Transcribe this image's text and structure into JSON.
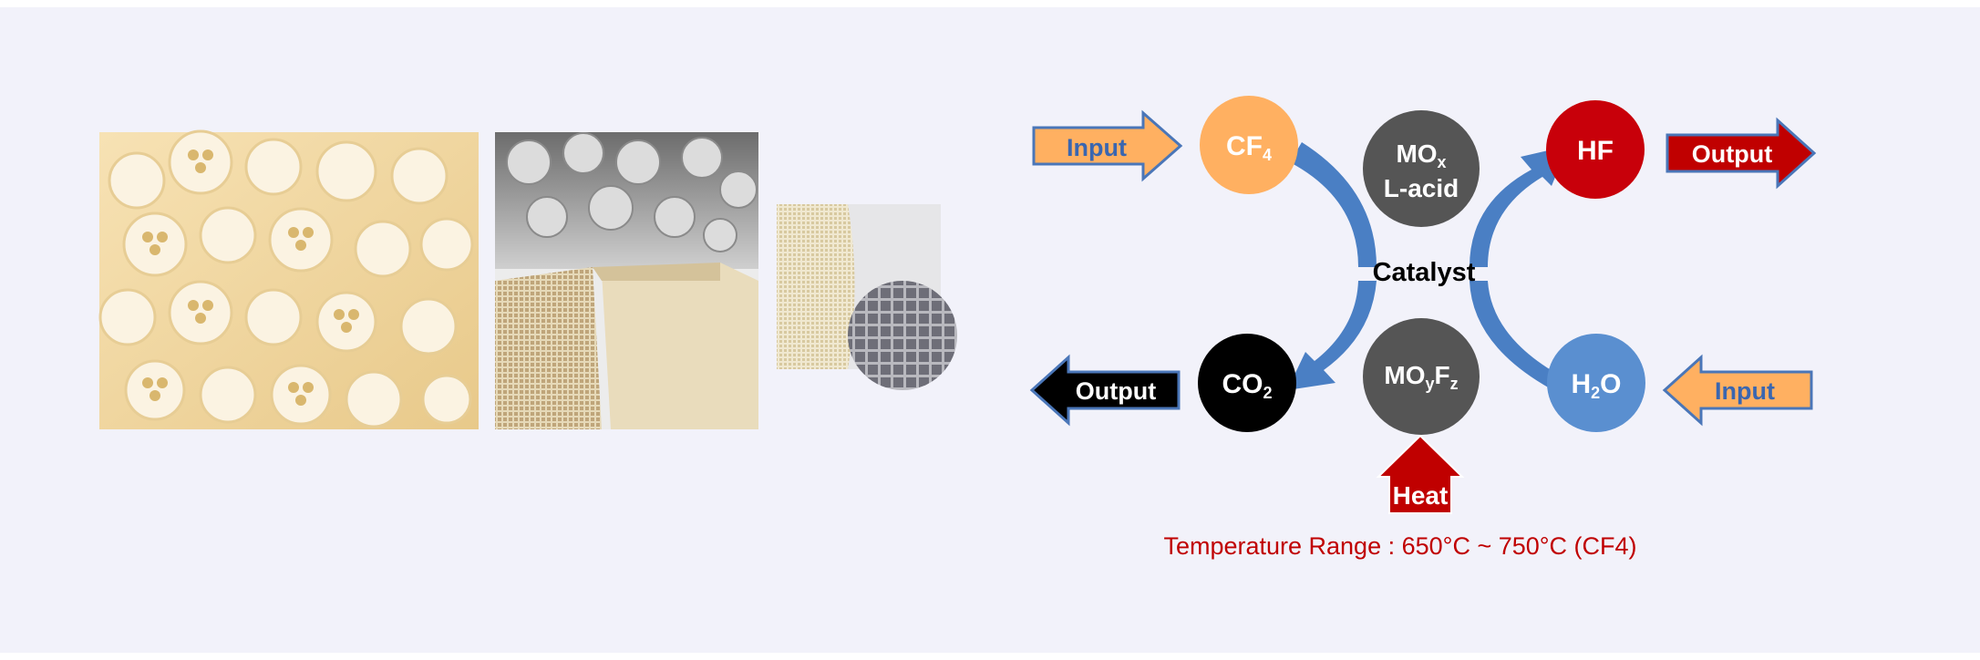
{
  "nodes": {
    "cf4": {
      "main": "CF",
      "sub": "4",
      "color": "#ffb061"
    },
    "mox": {
      "line1_main": "MO",
      "line1_sub": "x",
      "line2": "L-acid",
      "color": "#555555"
    },
    "hf": {
      "label": "HF",
      "color": "#c8000a"
    },
    "co2": {
      "main": "CO",
      "sub": "2",
      "color": "#000000"
    },
    "moyfz": {
      "m1": "MO",
      "s1": "y",
      "m2": "F",
      "s2": "z",
      "color": "#555555"
    },
    "h2o": {
      "m1": "H",
      "s1": "2",
      "m2": "O",
      "color": "#5a8fd0"
    }
  },
  "arrows": {
    "input_top": {
      "label": "Input",
      "fill": "#ffb061",
      "stroke": "#4a76b8",
      "text_color": "#3a66b0"
    },
    "output_top": {
      "label": "Output",
      "fill": "#c00000",
      "stroke": "#4a76b8",
      "text_color": "#ffffff"
    },
    "output_bottom": {
      "label": "Output",
      "fill": "#000000",
      "stroke": "#4a76b8",
      "text_color": "#ffffff"
    },
    "input_bottom": {
      "label": "Input",
      "fill": "#ffb061",
      "stroke": "#4a76b8",
      "text_color": "#3a66b0"
    },
    "heat": {
      "label": "Heat",
      "fill": "#c00000"
    }
  },
  "center_label": "Catalyst",
  "temperature": "Temperature Range : 650°C ~ 750°C (CF4)",
  "colors": {
    "curve_blue": "#4a7fc4",
    "temp_red": "#c00000"
  }
}
